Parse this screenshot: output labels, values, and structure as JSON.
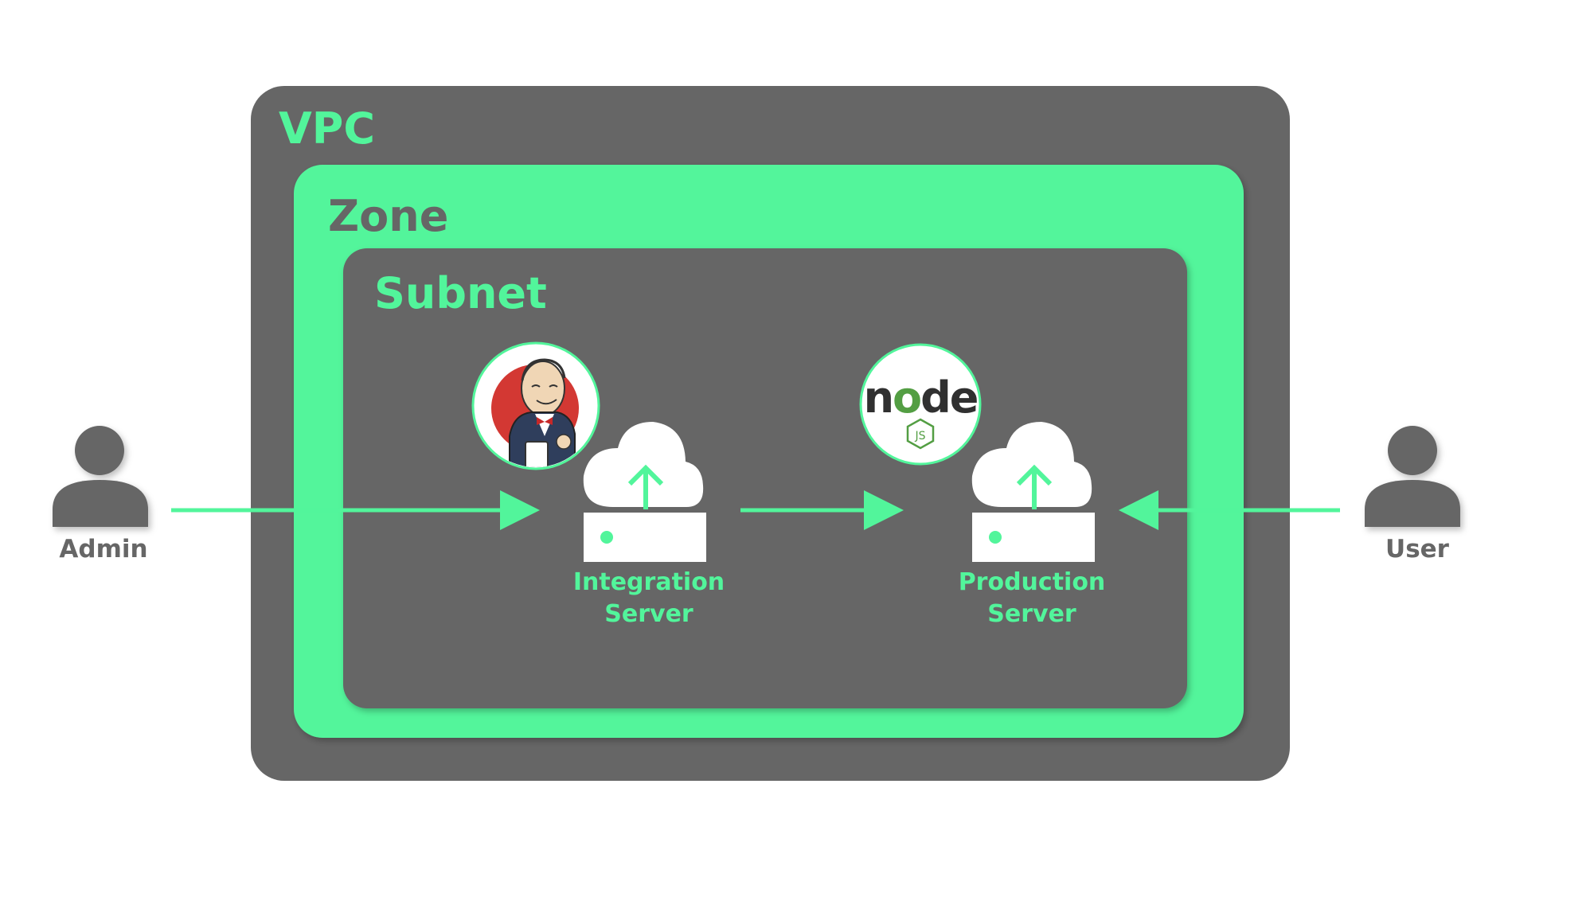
{
  "colors": {
    "background": "#ffffff",
    "dark_gray": "#666666",
    "accent_green": "#52f59b",
    "server_white": "#ffffff",
    "badge_border": "#52f59b",
    "badge_bg": "#ffffff",
    "jenkins_red": "#d33833",
    "node_dark": "#303030",
    "node_green": "#539e43"
  },
  "containers": {
    "vpc": {
      "label": "VPC"
    },
    "zone": {
      "label": "Zone"
    },
    "subnet": {
      "label": "Subnet"
    }
  },
  "actors": {
    "admin": {
      "label": "Admin",
      "icon": "person-icon"
    },
    "user": {
      "label": "User",
      "icon": "person-icon"
    }
  },
  "servers": {
    "integration": {
      "line1": "Integration",
      "line2": "Server",
      "icon": "cloud-server-icon",
      "badge": "jenkins-logo"
    },
    "production": {
      "line1": "Production",
      "line2": "Server",
      "icon": "cloud-server-icon",
      "badge": "nodejs-logo"
    }
  },
  "logos": {
    "nodejs": {
      "word": "node",
      "sub": "JS"
    }
  },
  "connections": [
    {
      "from": "admin",
      "to": "integration"
    },
    {
      "from": "integration",
      "to": "production"
    },
    {
      "from": "user",
      "to": "production"
    }
  ]
}
